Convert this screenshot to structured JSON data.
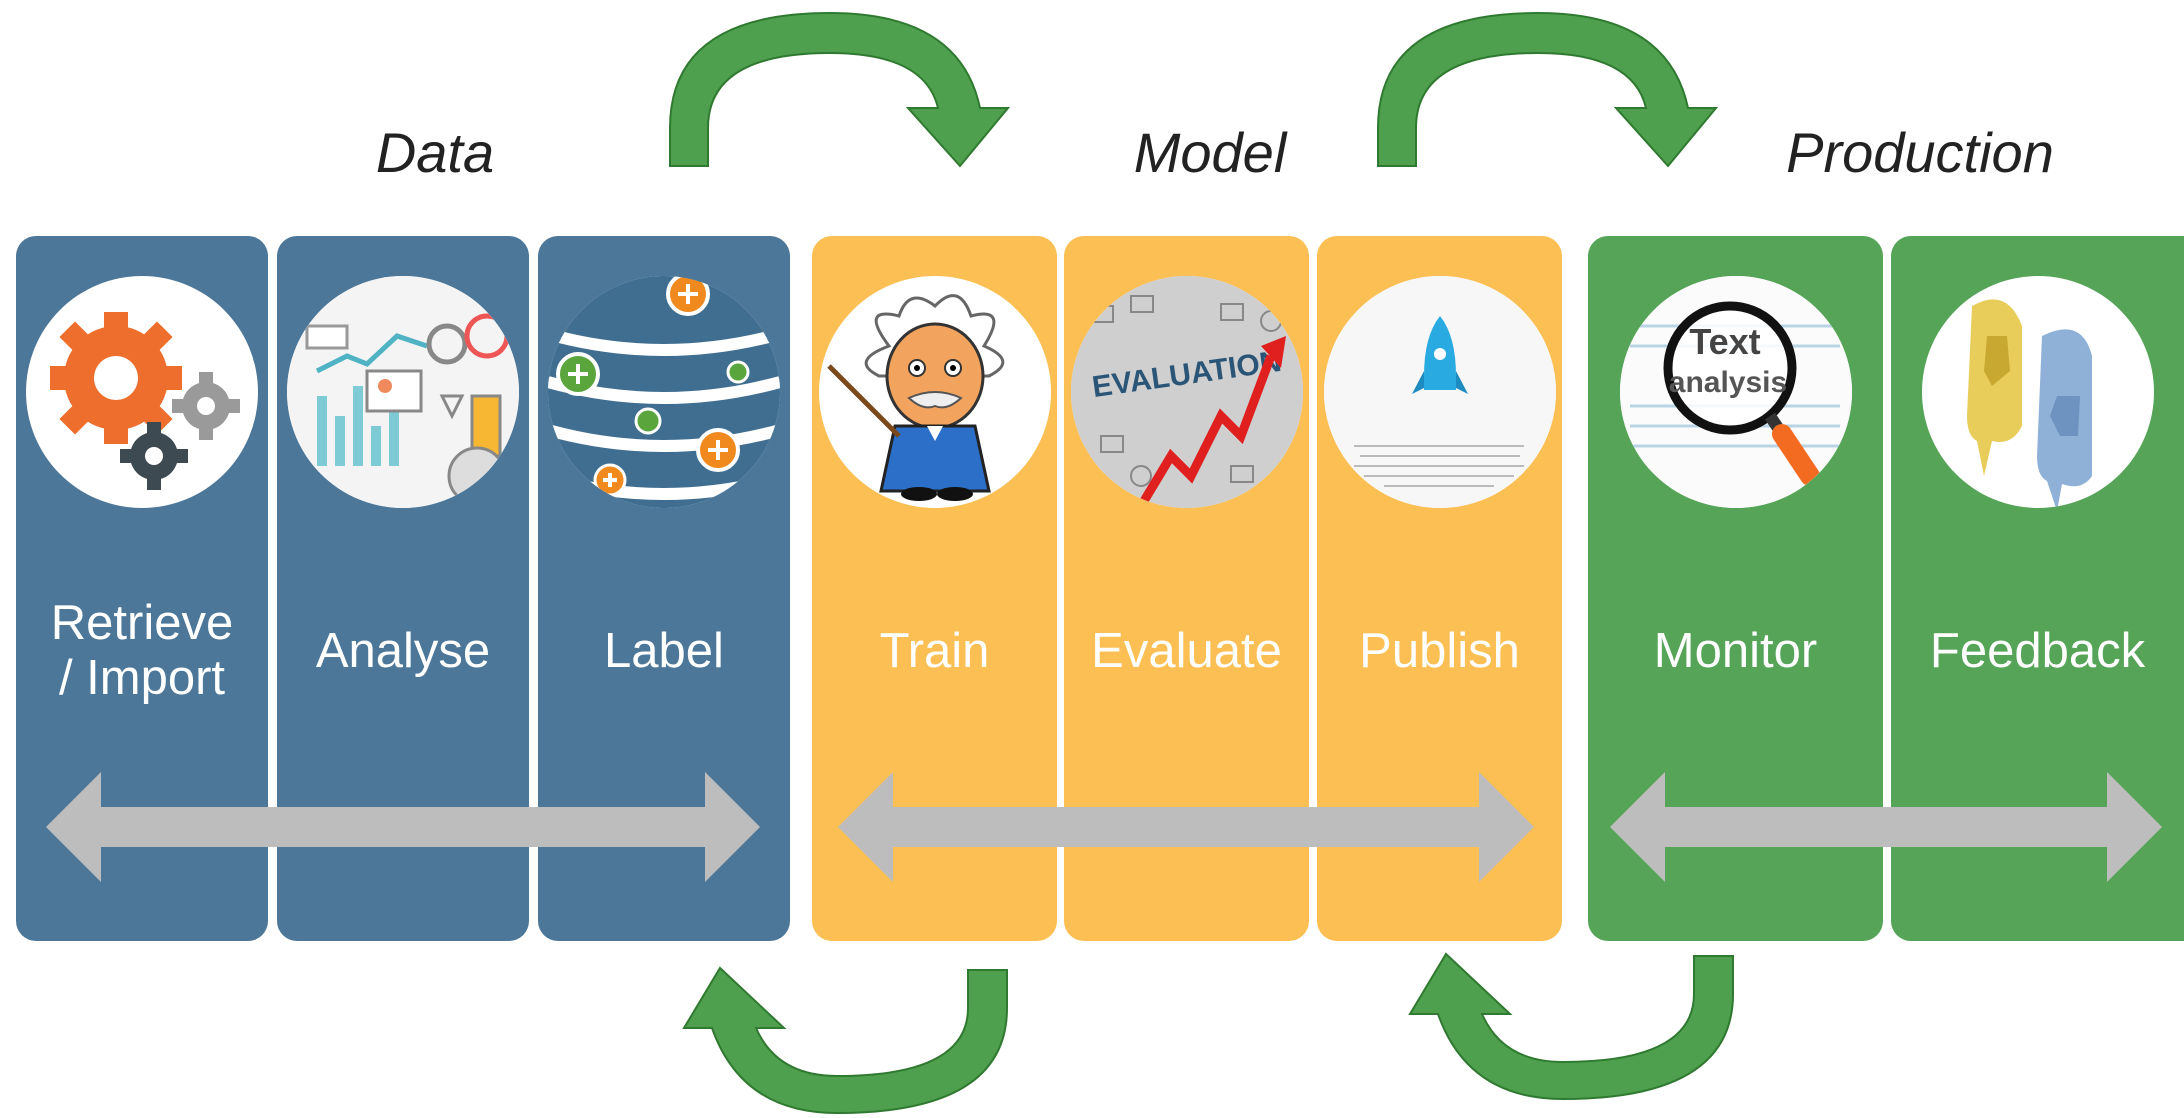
{
  "phases": {
    "data": {
      "title": "Data"
    },
    "model": {
      "title": "Model"
    },
    "production": {
      "title": "Production"
    }
  },
  "steps": [
    {
      "label": "Retrieve / Import",
      "phase": "data",
      "icon": "gears-icon"
    },
    {
      "label": "Analyse",
      "phase": "data",
      "icon": "analytics-icon"
    },
    {
      "label": "Label",
      "phase": "data",
      "icon": "database-icon"
    },
    {
      "label": "Train",
      "phase": "model",
      "icon": "professor-icon"
    },
    {
      "label": "Evaluate",
      "phase": "model",
      "icon": "evaluation-icon"
    },
    {
      "label": "Publish",
      "phase": "model",
      "icon": "rocket-icon"
    },
    {
      "label": "Monitor",
      "phase": "production",
      "icon": "magnifier-icon"
    },
    {
      "label": "Feedback",
      "phase": "production",
      "icon": "thumbs-feedback-icon"
    }
  ],
  "badge_texts": {
    "evaluation": "EVALUATION",
    "text_analysis_line1": "Text",
    "text_analysis_line2": "analysis"
  },
  "colors": {
    "data": "#4c7799",
    "model": "#fcbf53",
    "production": "#55a457",
    "arrow_gray": "#bdbdbd",
    "cycle_green": "#4ea04e"
  }
}
